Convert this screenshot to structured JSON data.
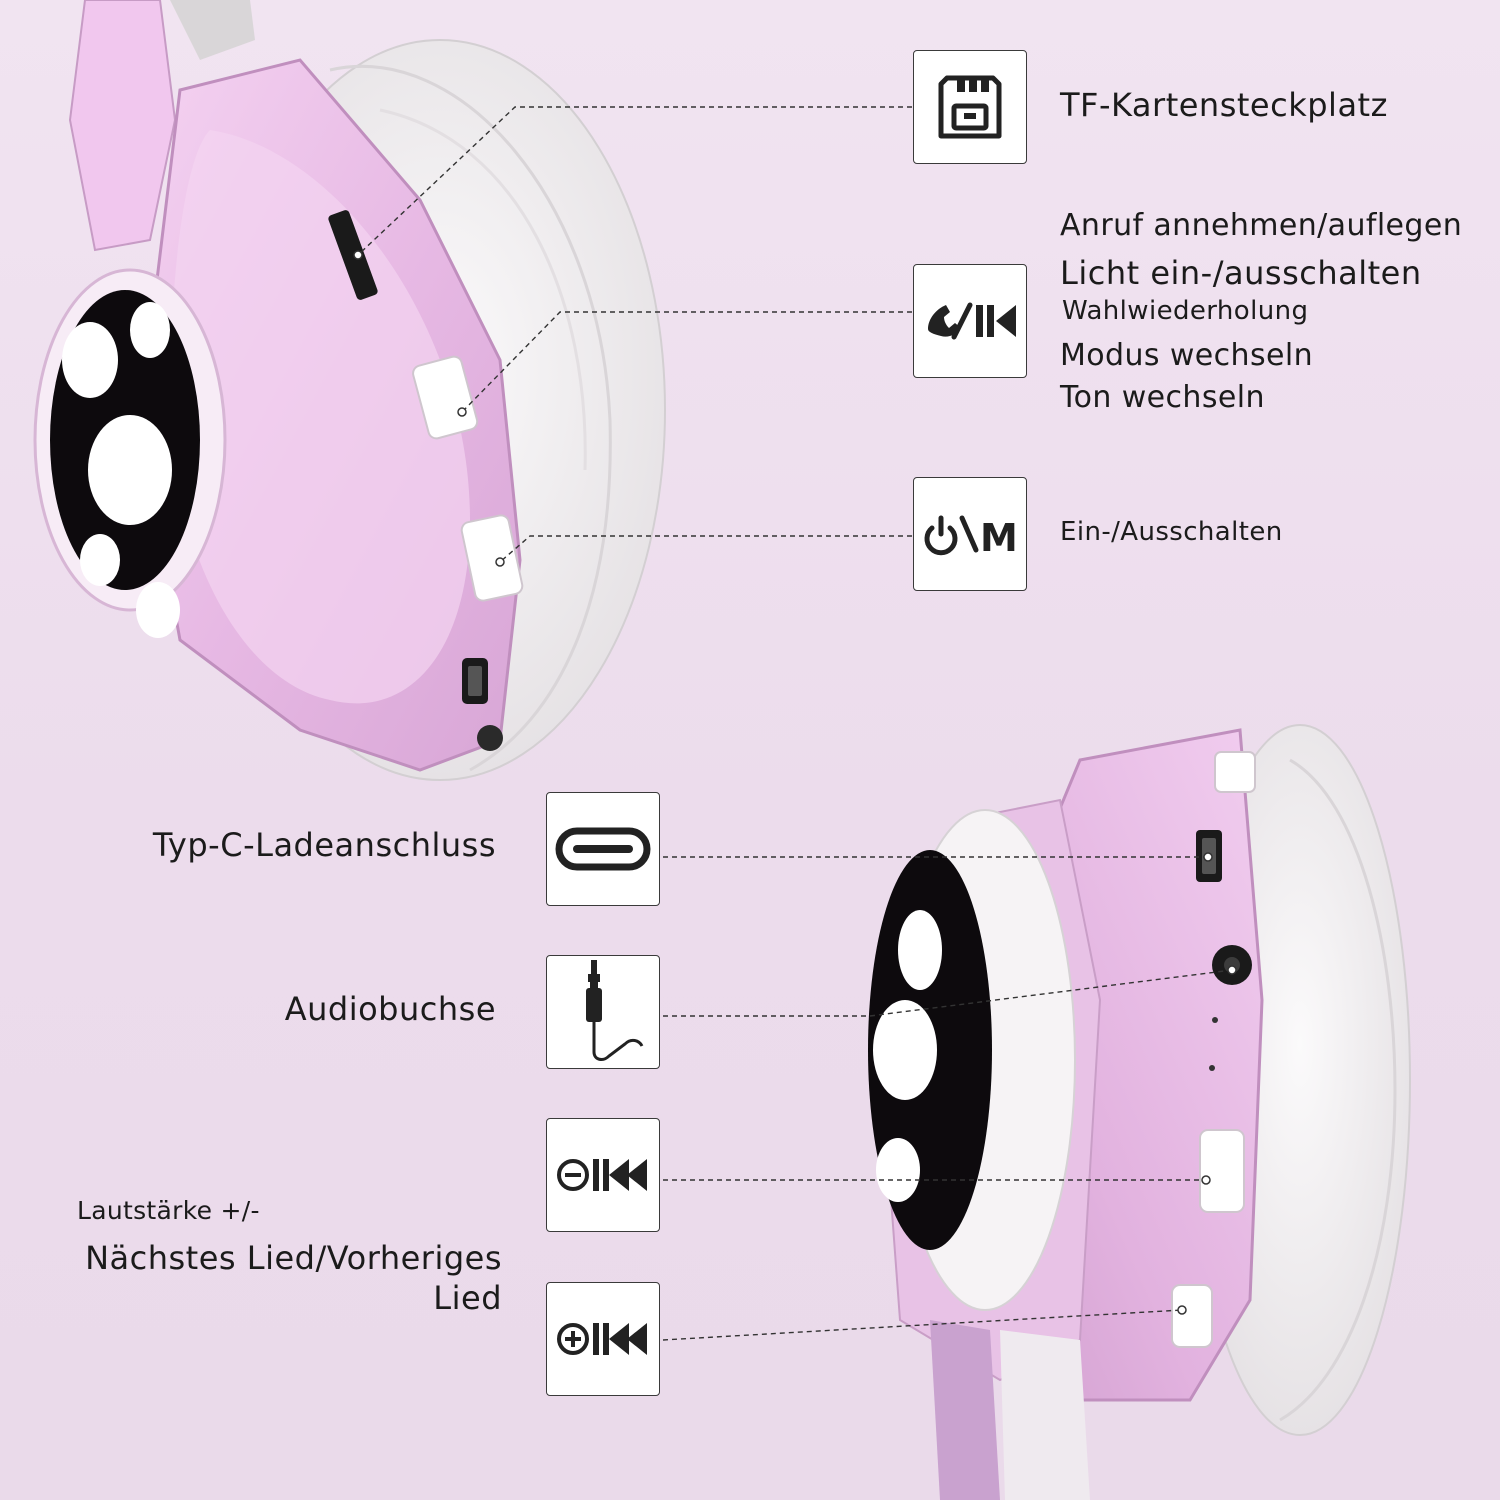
{
  "features": {
    "tf_card": {
      "label": "TF-Kartensteckplatz",
      "icon": "sd-card-icon"
    },
    "multi_button": {
      "labels": [
        "Anruf annehmen/auflegen",
        "Licht ein-/ausschalten",
        "Wahlwiederholung",
        "Modus wechseln",
        "Ton wechseln"
      ],
      "icon": "phone-prev-icon"
    },
    "power_button": {
      "label": "Ein-/Ausschalten",
      "icon": "power-mode-icon",
      "icon_letter": "M"
    },
    "usb_c": {
      "label": "Typ-C-Ladeanschluss",
      "icon": "usb-c-icon"
    },
    "audio_jack": {
      "label": "Audiobuchse",
      "icon": "audio-jack-icon"
    },
    "volume_buttons": {
      "label_small": "Lautstärke +/-",
      "label_line1": "Nächstes Lied/Vorheriges",
      "label_line2": "Lied",
      "icons": [
        "volume-minus-icon",
        "volume-plus-icon"
      ]
    }
  },
  "colors": {
    "background": "#efe1ef",
    "shell_pink": "#e7bfe6",
    "cushion_white": "#f4f2f3",
    "outline": "#3a3a3a"
  }
}
